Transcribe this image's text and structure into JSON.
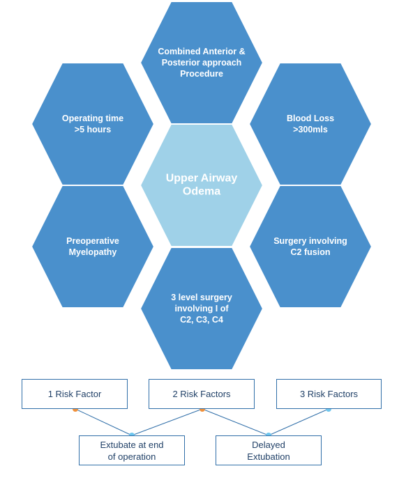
{
  "colors": {
    "hex_outer": "#4a90cc",
    "hex_center": "#9fd1e8",
    "box_border": "#2f6ea8",
    "box_text": "#1f3f66",
    "connector": "#2f6ea8",
    "dot_orange": "#f0903a",
    "dot_blue": "#6ec6ee"
  },
  "center": {
    "label_lines": [
      "Upper Airway",
      "Odema"
    ]
  },
  "hexagons": [
    {
      "id": "top",
      "label_lines": [
        "Combined Anterior &",
        "Posterior approach",
        "Procedure"
      ]
    },
    {
      "id": "upper-left",
      "label_lines": [
        "Operating time",
        ">5 hours"
      ]
    },
    {
      "id": "upper-right",
      "label_lines": [
        "Blood Loss",
        ">300mls"
      ]
    },
    {
      "id": "lower-left",
      "label_lines": [
        "Preoperative",
        "Myelopathy"
      ]
    },
    {
      "id": "lower-right",
      "label_lines": [
        "Surgery involving",
        "C2 fusion"
      ]
    },
    {
      "id": "bottom",
      "label_lines": [
        "3 level surgery",
        "involving I of",
        "C2, C3, C4"
      ]
    }
  ],
  "risk_boxes": [
    {
      "label": "1 Risk Factor",
      "dot": "orange"
    },
    {
      "label": "2 Risk Factors",
      "dot": "orange"
    },
    {
      "label": "3 Risk Factors",
      "dot": "blue"
    }
  ],
  "outcomes": [
    {
      "label_lines": [
        "Extubate at end",
        "of operation"
      ]
    },
    {
      "label_lines": [
        "Delayed",
        "Extubation"
      ]
    }
  ]
}
